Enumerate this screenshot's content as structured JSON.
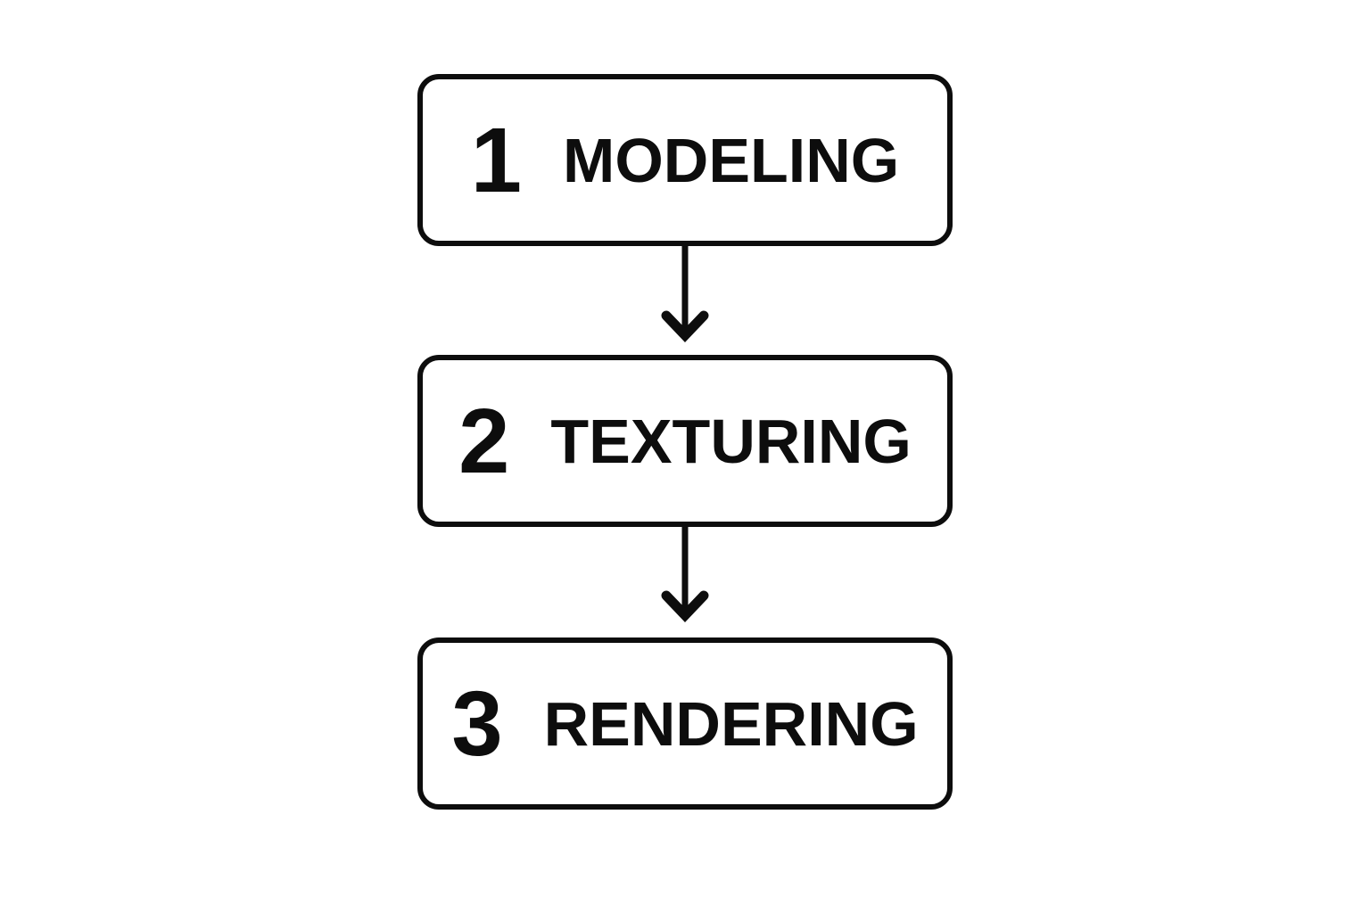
{
  "theme": {
    "background": "#ffffff",
    "ink": "#0d0d0d"
  },
  "diagram": {
    "type": "flowchart-vertical",
    "steps": [
      {
        "number": "1",
        "label": "MODELING"
      },
      {
        "number": "2",
        "label": "TEXTURING"
      },
      {
        "number": "3",
        "label": "RENDERING"
      }
    ],
    "connectors": [
      {
        "icon": "arrow-down",
        "from": "MODELING",
        "to": "TEXTURING"
      },
      {
        "icon": "arrow-down",
        "from": "TEXTURING",
        "to": "RENDERING"
      }
    ]
  }
}
